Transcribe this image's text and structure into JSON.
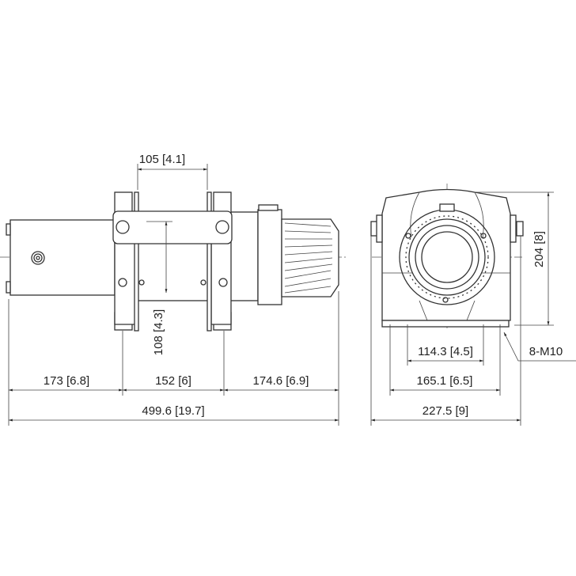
{
  "title": "Winch dimension drawing",
  "front_view": {
    "drum_spacing": "105 [4.1]",
    "height_mount": "108 [4.3]",
    "motor_length": "173 [6.8]",
    "drum_length": "152 [6]",
    "gearbox_length": "174.6 [6.9]",
    "overall_length": "499.6 [19.7]"
  },
  "side_view": {
    "height": "204 [8]",
    "bolt_spacing_inner": "114.3 [4.5]",
    "bolt_spacing_outer": "165.1 [6.5]",
    "overall_width": "227.5 [9]",
    "bolt_spec": "8-M10"
  }
}
